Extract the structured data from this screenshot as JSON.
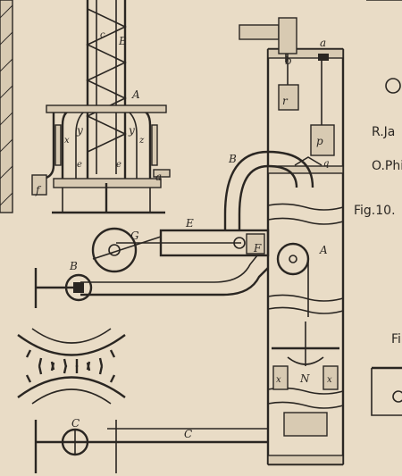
{
  "plate": {
    "colors": {
      "paper": "#e9dcc6",
      "ink": "#2a2622",
      "shade": "#d8cab2"
    },
    "side_text": {
      "line1": "R.Ja",
      "line2": "O.Phi"
    },
    "figure_label": "Fig.10.",
    "fragment_label": "Fi",
    "top_figure_labels": [
      "B",
      "c",
      "A",
      "y",
      "y",
      "x",
      "z",
      "e",
      "e",
      "f",
      "a"
    ],
    "main_labels": {
      "a": "a",
      "b": "b",
      "r": "r",
      "p": "p",
      "q": "q",
      "B_pipe": "B",
      "E": "E",
      "G": "G",
      "F": "F",
      "A": "A",
      "B_valve": "B",
      "N": "N",
      "C_valve": "C",
      "C_pipe": "C",
      "x1": "x",
      "x2": "x"
    }
  }
}
